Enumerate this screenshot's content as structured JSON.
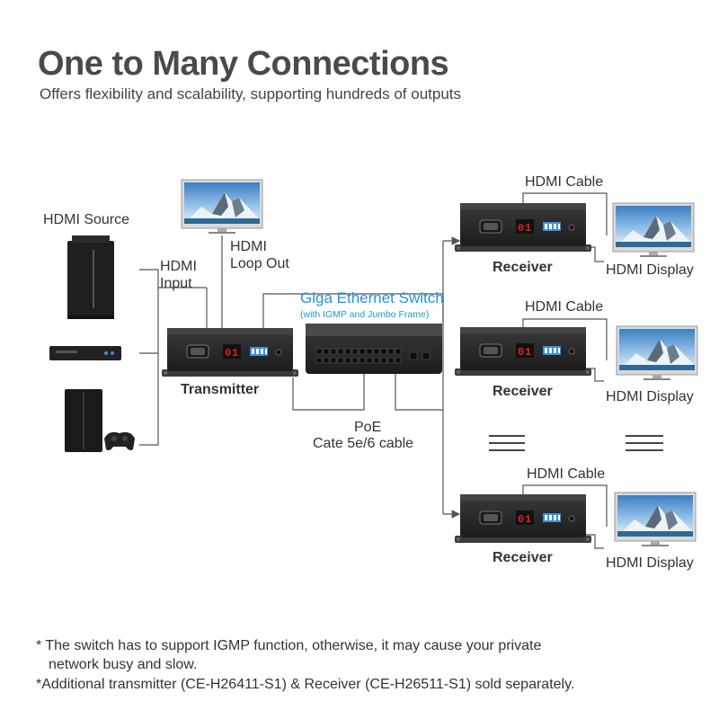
{
  "header": {
    "title": "One to Many Connections",
    "subtitle": "Offers flexibility and scalability, supporting hundreds of outputs"
  },
  "source": {
    "label": "HDMI Source",
    "input_label_line1": "HDMI",
    "input_label_line2": "Input"
  },
  "loop_out": {
    "label_line1": "HDMI",
    "label_line2": "Loop Out"
  },
  "transmitter": {
    "label": "Transmitter",
    "display_code": "01"
  },
  "switch": {
    "title": "Giga Ethernet Switch",
    "subtitle": "(with IGMP and Jumbo Frame)"
  },
  "cable": {
    "label_line1": "PoE",
    "label_line2": "Cate 5e/6 cable"
  },
  "receivers": [
    {
      "label": "Receiver",
      "cable_label": "HDMI Cable",
      "display_label": "HDMI Display",
      "code": "01"
    },
    {
      "label": "Receiver",
      "cable_label": "HDMI Cable",
      "display_label": "HDMI Display",
      "code": "01"
    },
    {
      "label": "Receiver",
      "cable_label": "HDMI Cable",
      "display_label": "HDMI Display",
      "code": "01"
    }
  ],
  "notes": {
    "line1": "* The switch has to support IGMP function, otherwise, it may cause your private",
    "line2": "network busy and slow.",
    "line3": "*Additional transmitter (CE-H26411-S1) & Receiver (CE-H26511-S1) sold separately."
  },
  "colors": {
    "line": "#555555",
    "accent": "#2196d6",
    "device": "#2b2b2b",
    "led": "#e02020",
    "dip": "#3a8fd8"
  }
}
